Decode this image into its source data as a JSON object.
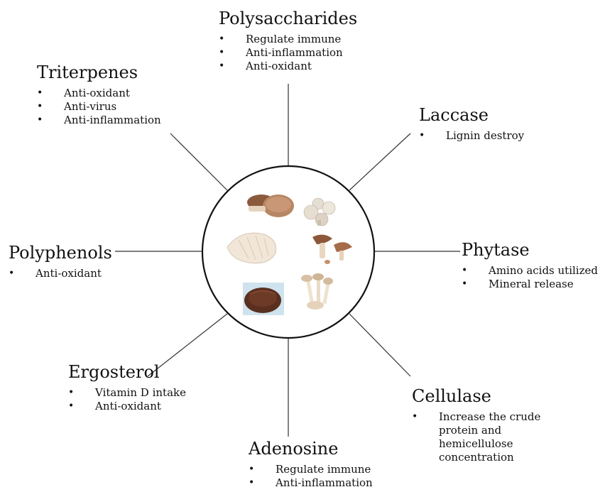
{
  "center_image": {
    "description_icons": [
      "shiitake-mushroom-icon",
      "button-mushroom-icon",
      "oyster-mushroom-icon",
      "cut-mushroom-icon",
      "reishi-mushroom-icon",
      "enoki-mushroom-icon"
    ],
    "colors": {
      "circle_stroke": "#111111",
      "connector": "#333333",
      "mushroom_brown": "#9b6b4a",
      "mushroom_cream": "#ece0cf",
      "reishi_dark": "#5a2f20"
    }
  },
  "nodes": {
    "polysaccharides": {
      "title": "Polysaccharides",
      "items": [
        "Regulate immune",
        "Anti-inflammation",
        "Anti-oxidant"
      ]
    },
    "triterpenes": {
      "title": "Triterpenes",
      "items": [
        "Anti-oxidant",
        "Anti-virus",
        "Anti-inflammation"
      ]
    },
    "laccase": {
      "title": "Laccase",
      "items": [
        "Lignin destroy"
      ]
    },
    "polyphenols": {
      "title": "Polyphenols",
      "items": [
        "Anti-oxidant"
      ]
    },
    "phytase": {
      "title": "Phytase",
      "items": [
        "Amino acids utilized",
        "Mineral release"
      ]
    },
    "ergosterol": {
      "title": "Ergosterol",
      "items": [
        "Vitamin D intake",
        "Anti-oxidant"
      ]
    },
    "cellulase": {
      "title": "Cellulase",
      "items": [
        "Increase the crude protein and hemicellulose concentration"
      ]
    },
    "adenosine": {
      "title": "Adenosine",
      "items": [
        "Regulate immune",
        "Anti-inflammation"
      ]
    }
  }
}
